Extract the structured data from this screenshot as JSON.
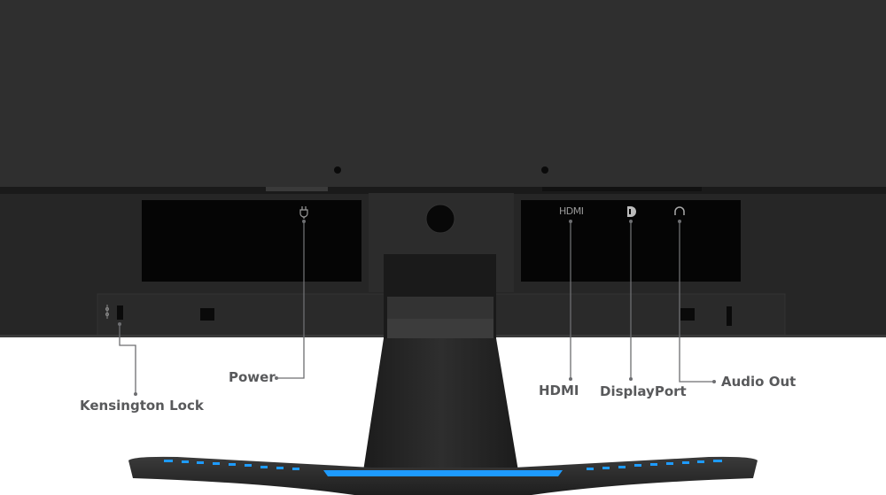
{
  "callouts": {
    "kensington": "Kensington Lock",
    "power": "Power",
    "hdmi": "HDMI",
    "displayport": "DisplayPort",
    "audio": "Audio Out"
  },
  "port_markings": {
    "hdmi": "HDMI",
    "power_icon": "power-plug-icon",
    "dp_icon": "displayport-icon",
    "audio_icon": "headphone-icon",
    "lock_icon": "kensington-lock-icon"
  },
  "colors": {
    "body": "#2d2d2d",
    "panel": "#050505",
    "label": "#58595b",
    "accent": "#1e9bff"
  }
}
